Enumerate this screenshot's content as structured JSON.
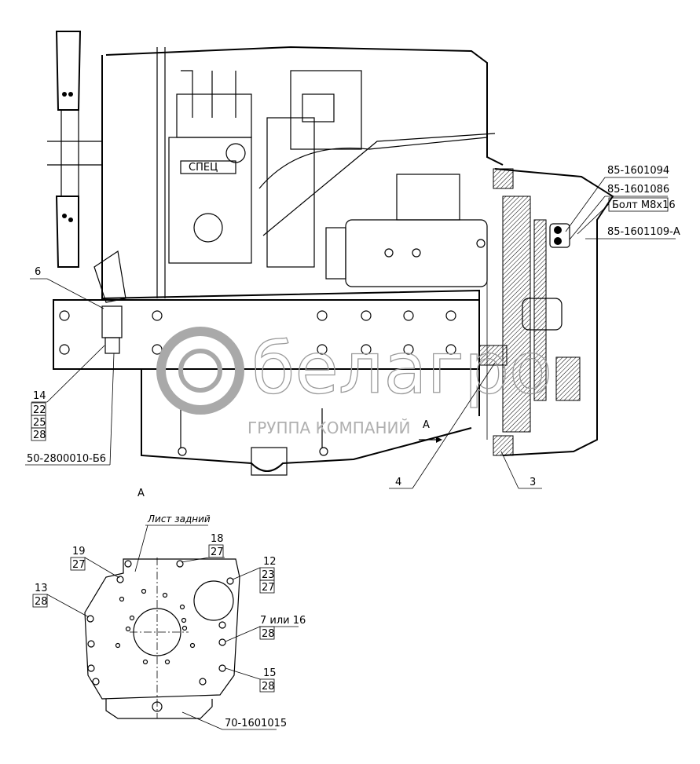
{
  "main_view": {
    "callouts_right": [
      "85-1601094",
      "85-1601086",
      "Болт М8x16",
      "85-1601109-А"
    ],
    "callout_6": "6",
    "callout_14": {
      "top": "14",
      "rows": [
        "22",
        "25",
        "28"
      ]
    },
    "part_sensor": "50-2800010-Б6",
    "callout_4": "4",
    "callout_3": "3",
    "arrow_label": "А",
    "pump_plate": "СПЕЦ"
  },
  "view_a": {
    "title": "А",
    "sheet_label": "Лист задний",
    "c18": {
      "top": "18",
      "rows": [
        "27"
      ]
    },
    "c19": {
      "top": "19",
      "rows": [
        "27"
      ]
    },
    "c12": {
      "top": "12",
      "rows": [
        "23",
        "27"
      ]
    },
    "c13": {
      "top": "13",
      "rows": [
        "28"
      ]
    },
    "c7": {
      "top": "7 или 16",
      "rows": [
        "28"
      ]
    },
    "c15": {
      "top": "15",
      "rows": [
        "28"
      ]
    },
    "part_bracket": "70-1601015"
  },
  "watermark": {
    "brand": "белагро",
    "subtitle": "ГРУППА КОМПАНИЙ"
  }
}
